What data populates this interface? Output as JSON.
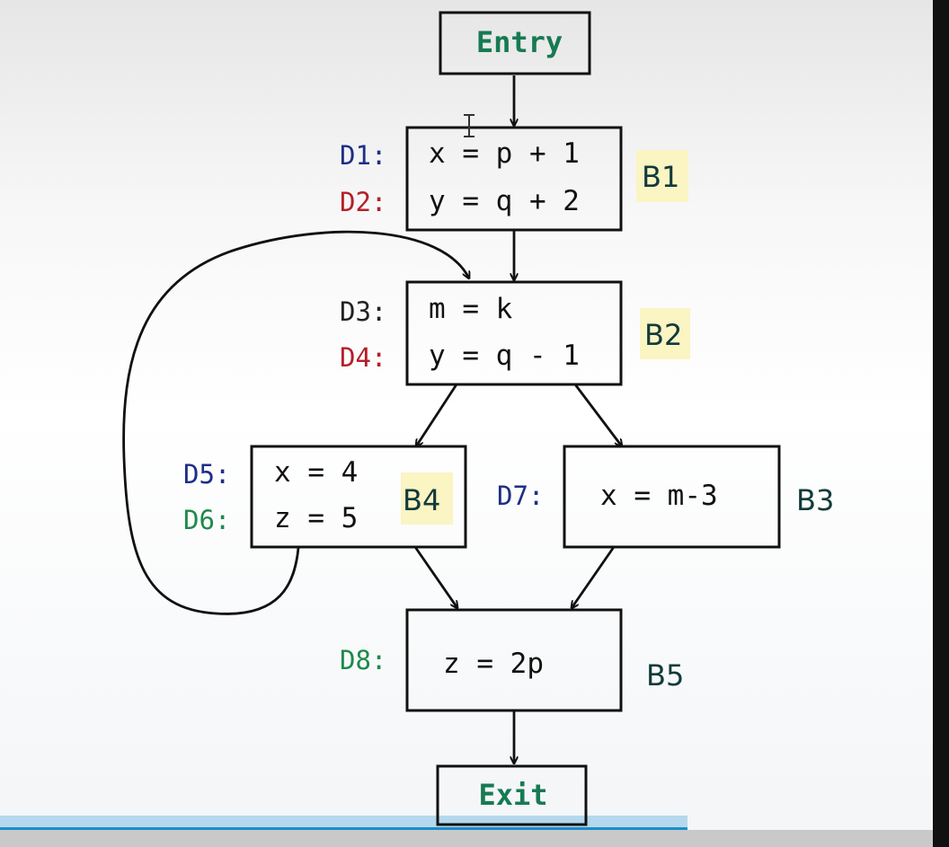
{
  "entry": {
    "label": "Entry"
  },
  "exit": {
    "label": "Exit"
  },
  "blocks": {
    "b1": {
      "name": "B1",
      "d1": "D1:",
      "s1": "x = p + 1",
      "d2": "D2:",
      "s2": "y = q + 2"
    },
    "b2": {
      "name": "B2",
      "d1": "D3:",
      "s1": "m = k",
      "d2": "D4:",
      "s2": "y = q - 1"
    },
    "b4": {
      "name": "B4",
      "d1": "D5:",
      "s1": "x = 4",
      "d2": "D6:",
      "s2": "z = 5"
    },
    "b3": {
      "name": "B3",
      "d1": "D7:",
      "s1": "x = m-3"
    },
    "b5": {
      "name": "B5",
      "d1": "D8:",
      "s1": "z = 2p"
    }
  },
  "colors": {
    "kill_blue": "#1d2e86",
    "kill_red": "#b3202a",
    "green": "#1d8a4a",
    "block_label_bg": "#fbf4c3",
    "progress": "#1b8ccc"
  },
  "video_progress": 0.737
}
